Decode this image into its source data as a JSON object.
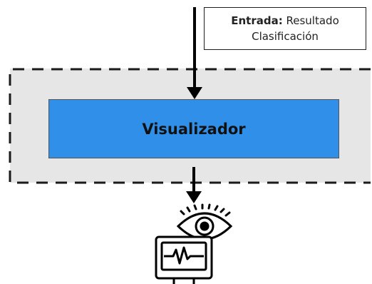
{
  "input_note": {
    "label_bold": "Entrada:",
    "label_rest": " Resultado",
    "line2": "Clasificación"
  },
  "process_box": {
    "label": "Visualizador",
    "color": "#2f8fe9"
  },
  "container": {
    "style": "dashed",
    "fill": "#e6e6e6"
  },
  "icons": [
    "eye-icon",
    "monitor-icon"
  ]
}
